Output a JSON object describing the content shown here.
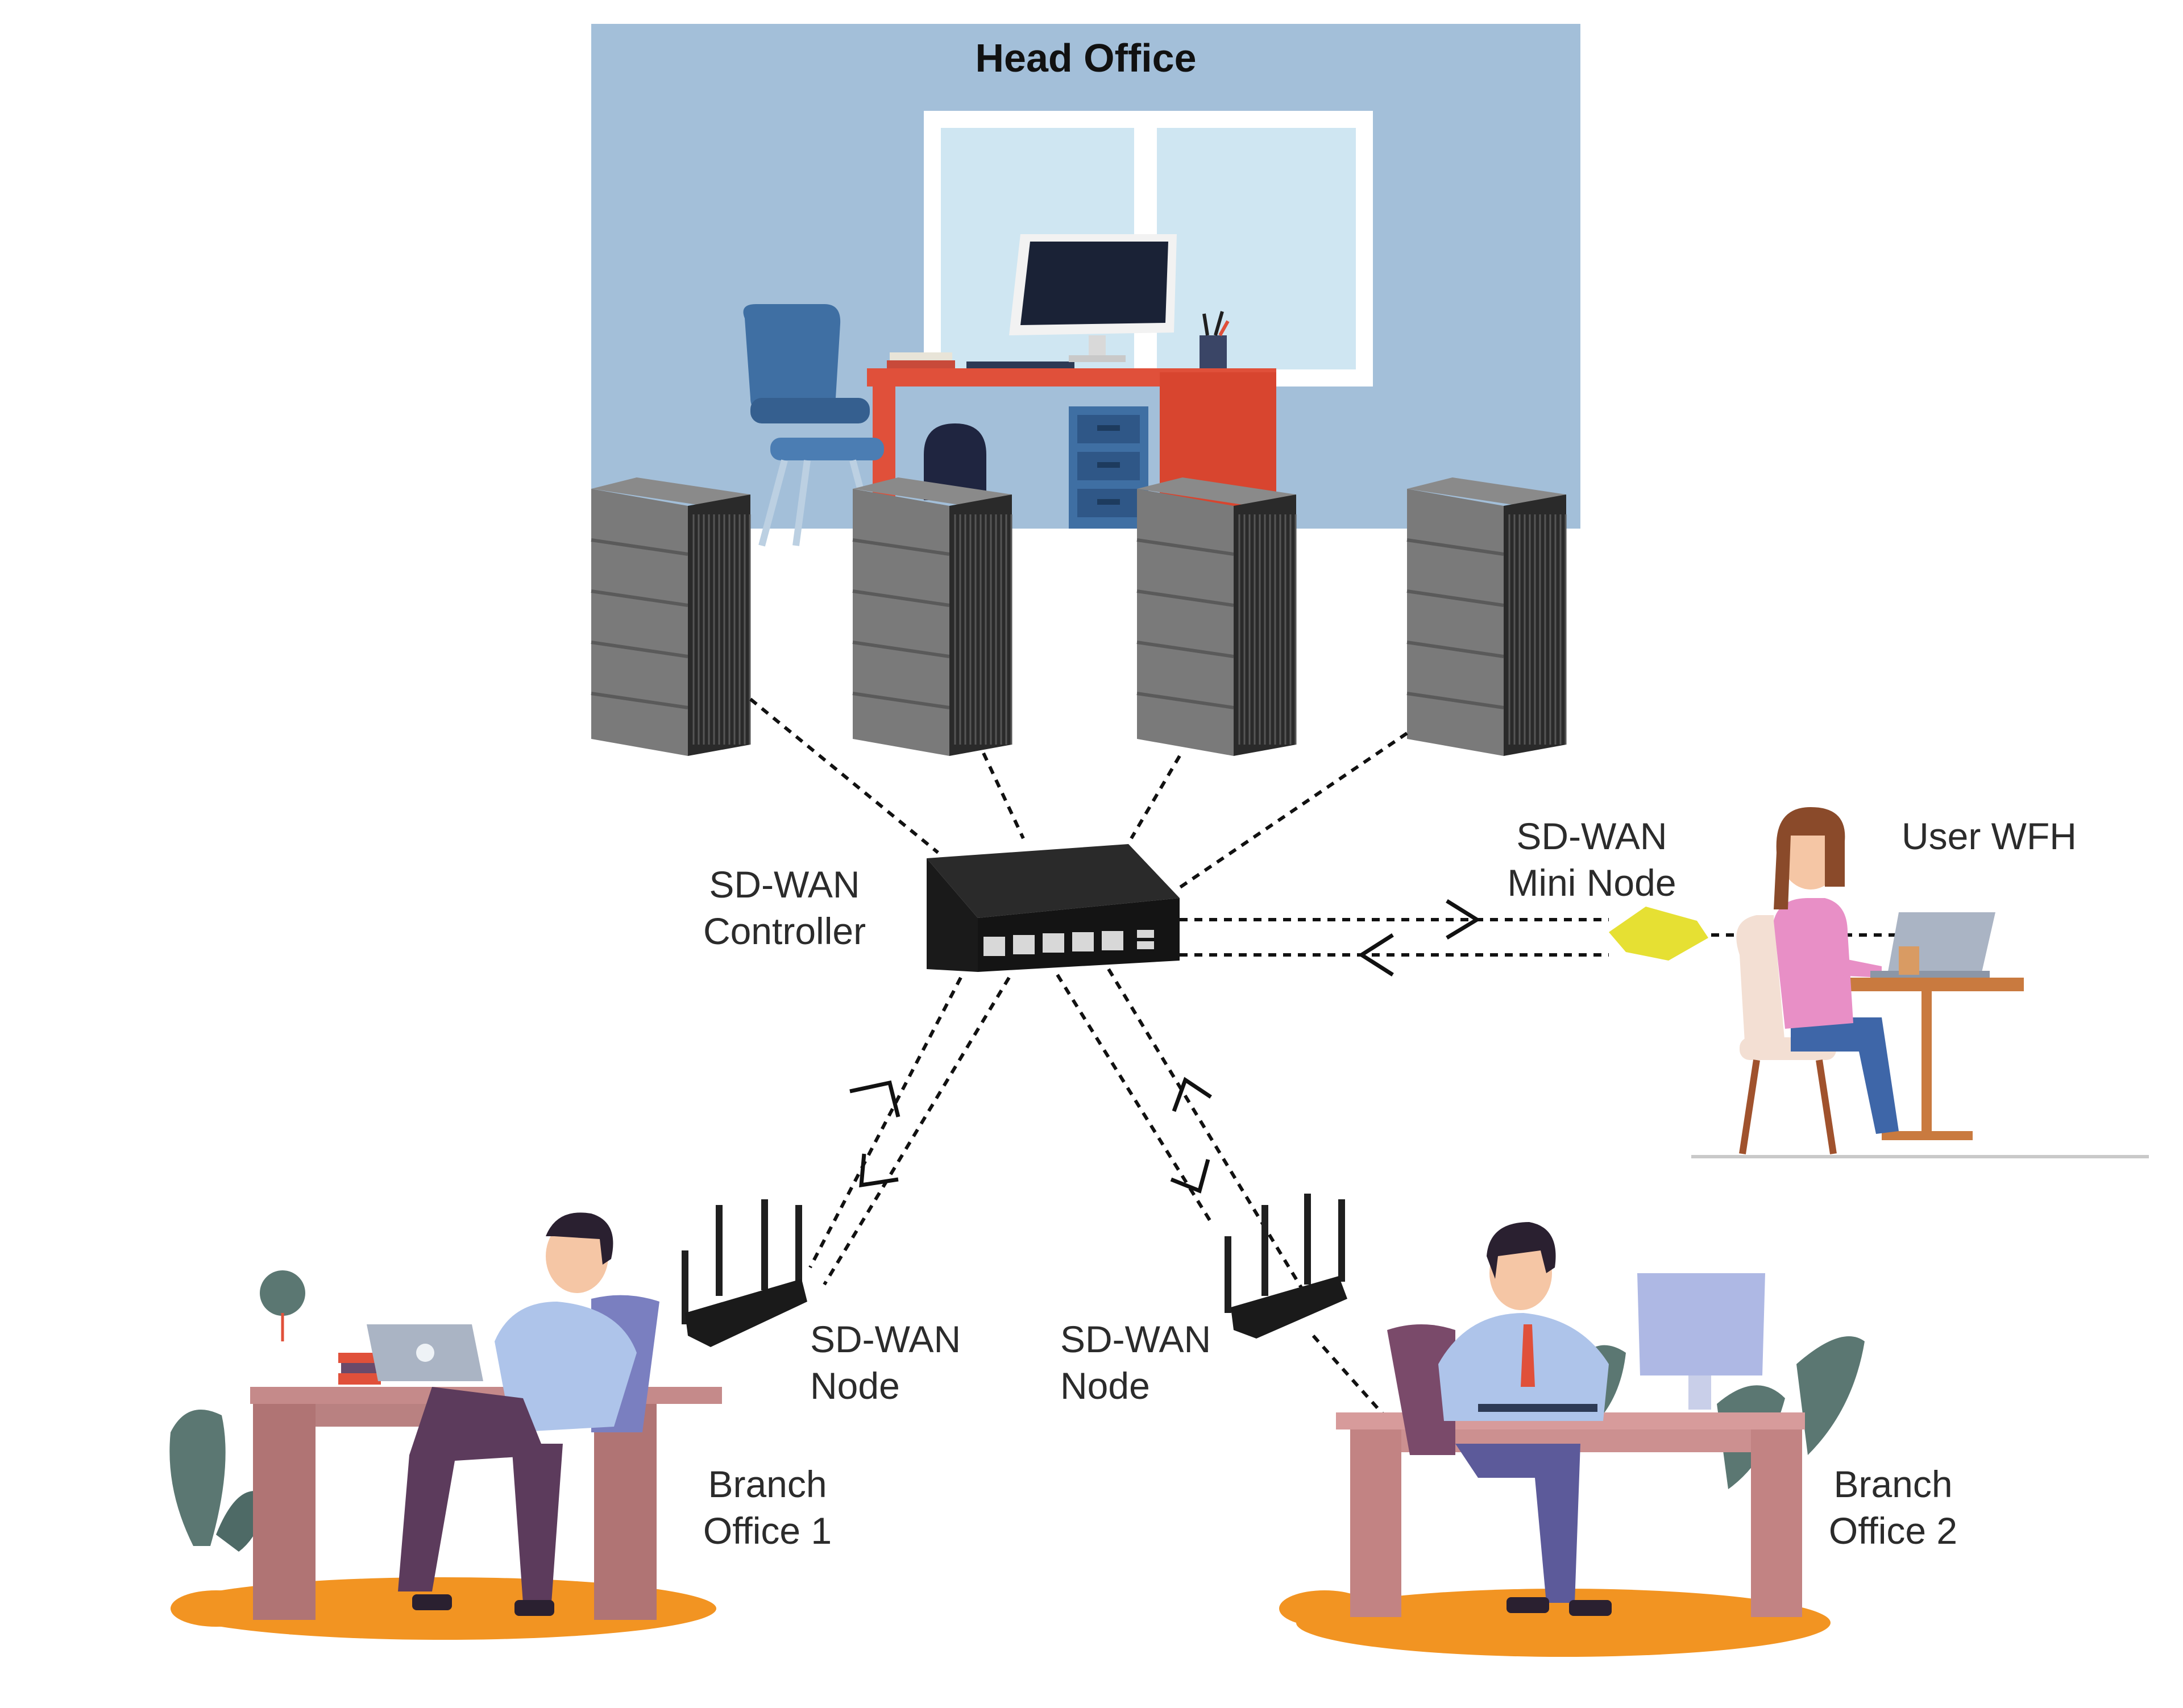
{
  "head_office": {
    "title": "Head Office"
  },
  "labels": {
    "controller_line1": "SD-WAN",
    "controller_line2": "Controller",
    "mini_node_line1": "SD-WAN",
    "mini_node_line2": "Mini Node",
    "user_wfh": "User WFH",
    "node1_line1": "SD-WAN",
    "node1_line2": "Node",
    "node2_line1": "SD-WAN",
    "node2_line2": "Node",
    "branch1_line1": "Branch",
    "branch1_line2": "Office 1",
    "branch2_line1": "Branch",
    "branch2_line2": "Office 2"
  },
  "colors": {
    "office_wall": "#a3bfd9",
    "window_frame": "#ffffff",
    "window_glass": "#cfe6f2",
    "desk_red": "#e0503a",
    "chair_blue": "#3f6fa3",
    "server_gray": "#6e6e6e",
    "device_black": "#1f1f1f",
    "floor_orange": "#f29422",
    "plant_green": "#5b7772",
    "shirt_blue": "#aec4ea",
    "shirt_pink": "#e88fc6",
    "pants_purple": "#5c3b5c",
    "mini_node_yellow": "#e6e033"
  }
}
